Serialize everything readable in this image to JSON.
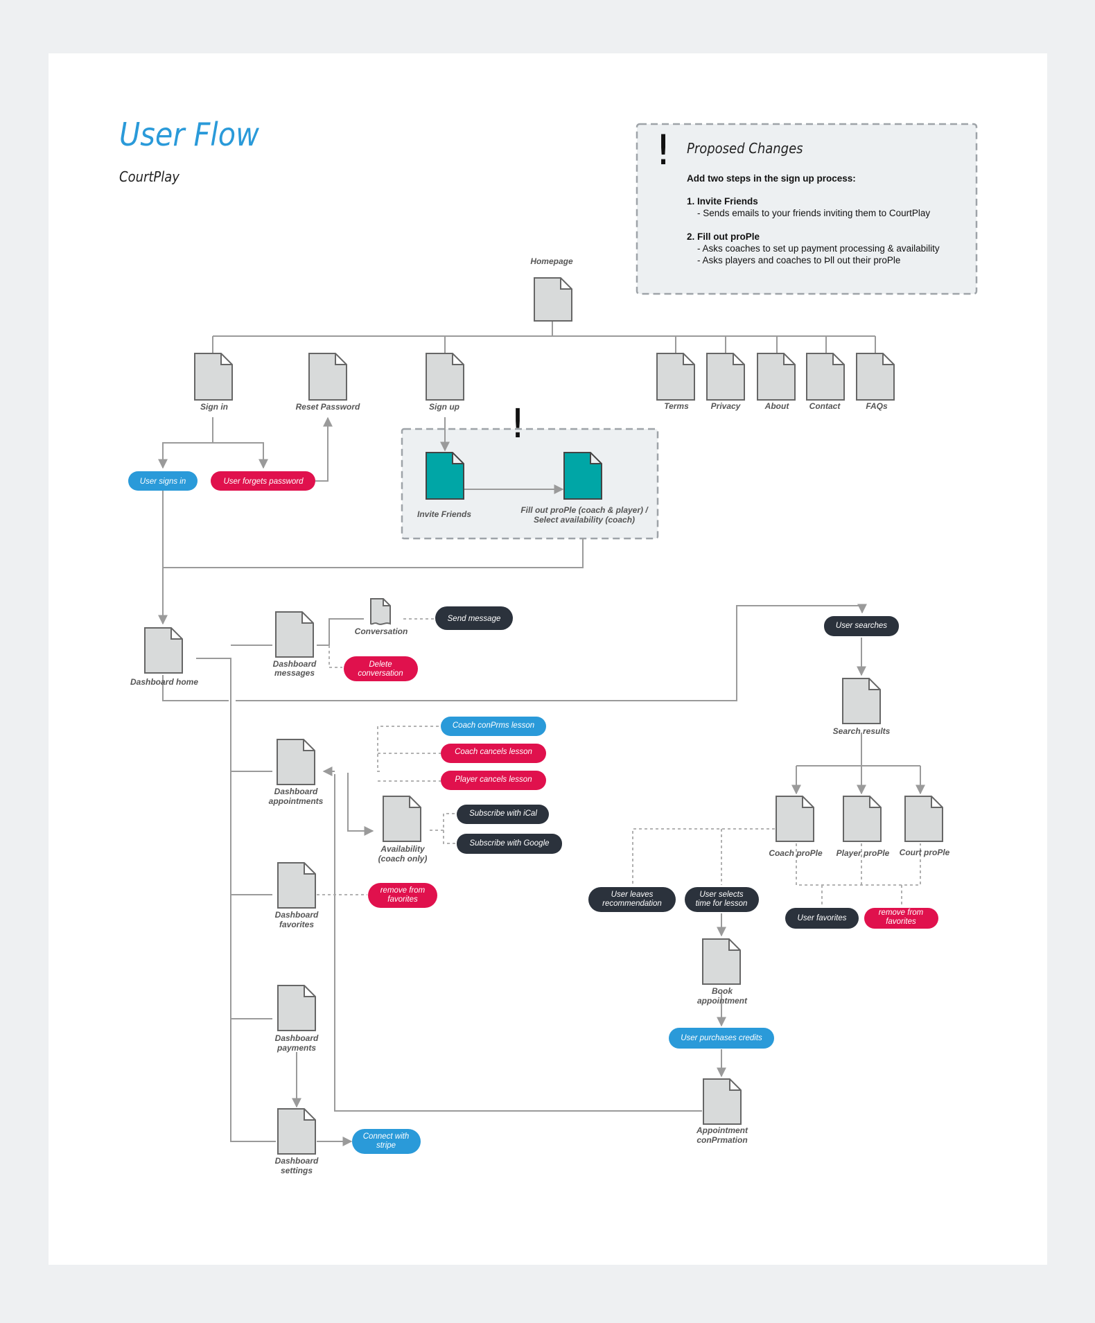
{
  "header": {
    "title": "User Flow",
    "subtitle": "CourtPlay"
  },
  "colors": {
    "blue": "#2a9ad9",
    "red": "#e0114d",
    "dark": "#2b323c",
    "teal": "#00a6a6",
    "page": "#d8dada",
    "line": "#9a9a9a",
    "title": "#2a9ad9"
  },
  "note": {
    "mark": "!",
    "title": "Proposed Changes",
    "intro": "Add two steps in the sign up process:",
    "step1_title": "1. Invite Friends",
    "step1_line1": "- Sends emails to your friends inviting them to CourtPlay",
    "step2_title": "2. Fill out proPle",
    "step2_line1": "- Asks coaches to set up payment processing & availability",
    "step2_line2": "- Asks players and coaches to Þll out their proPle"
  },
  "signup_mark": "!",
  "pages": {
    "homepage": "Homepage",
    "signin": "Sign in",
    "reset": "Reset Password",
    "signup": "Sign up",
    "terms": "Terms",
    "privacy": "Privacy",
    "about": "About",
    "contact": "Contact",
    "faqs": "FAQs",
    "invite": "Invite Friends",
    "fill1": "Fill out proPle (coach & player) /",
    "fill2": "Select availability (coach)",
    "dash_home": "Dashboard home",
    "dash_msg1": "Dashboard",
    "dash_msg2": "messages",
    "conversation": "Conversation",
    "dash_appt1": "Dashboard",
    "dash_appt2": "appointments",
    "avail1": "Availability",
    "avail2": "(coach only)",
    "dash_fav1": "Dashboard",
    "dash_fav2": "favorites",
    "dash_pay1": "Dashboard",
    "dash_pay2": "payments",
    "dash_set1": "Dashboard",
    "dash_set2": "settings",
    "search_results": "Search results",
    "coach_profile": "Coach proPle",
    "player_profile": "Player proPle",
    "court_profile": "Court proPle",
    "book1": "Book",
    "book2": "appointment",
    "confirm1": "Appointment",
    "confirm2": "conPrmation"
  },
  "pills": {
    "user_signs_in": "User signs in",
    "user_forgets": "User forgets password",
    "send_message": "Send message",
    "delete_conv1": "Delete",
    "delete_conv2": "conversation",
    "coach_confirms": "Coach conPrms lesson",
    "coach_cancels": "Coach cancels lesson",
    "player_cancels": "Player cancels lesson",
    "sub_ical": "Subscribe with iCal",
    "sub_google": "Subscribe with Google",
    "remove_fav1": "remove from",
    "remove_fav2": "favorites",
    "connect1": "Connect with",
    "connect2": "stripe",
    "user_searches": "User searches",
    "leaves_rec1": "User leaves",
    "leaves_rec2": "recommendation",
    "selects_time1": "User selects",
    "selects_time2": "time for lesson",
    "user_favorites": "User favorites",
    "remove_fav_b1": "remove from",
    "remove_fav_b2": "favorites",
    "purchases": "User purchases credits"
  }
}
